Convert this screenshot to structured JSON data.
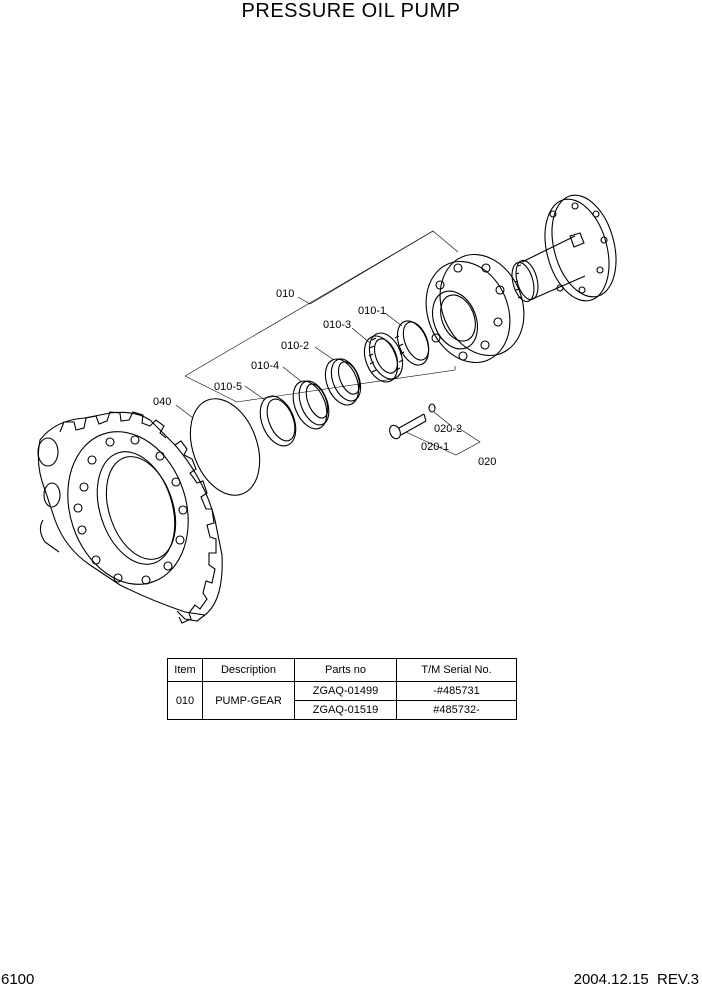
{
  "title": "PRESSURE OIL PUMP",
  "callouts": {
    "c010": "010",
    "c010_1": "010-1",
    "c010_2": "010-2",
    "c010_3": "010-3",
    "c010_4": "010-4",
    "c010_5": "010-5",
    "c040": "040",
    "c020": "020",
    "c020_1": "020-1",
    "c020_2": "020-2"
  },
  "table": {
    "headers": [
      "Item",
      "Description",
      "Parts no",
      "T/M Serial No."
    ],
    "item": "010",
    "description": "PUMP-GEAR",
    "rows": [
      {
        "parts_no": "ZGAQ-01499",
        "serial": "-#485731"
      },
      {
        "parts_no": "ZGAQ-01519",
        "serial": "#485732-"
      }
    ]
  },
  "footer": {
    "page": "6100",
    "revision": "2004.12.15  REV.3"
  }
}
